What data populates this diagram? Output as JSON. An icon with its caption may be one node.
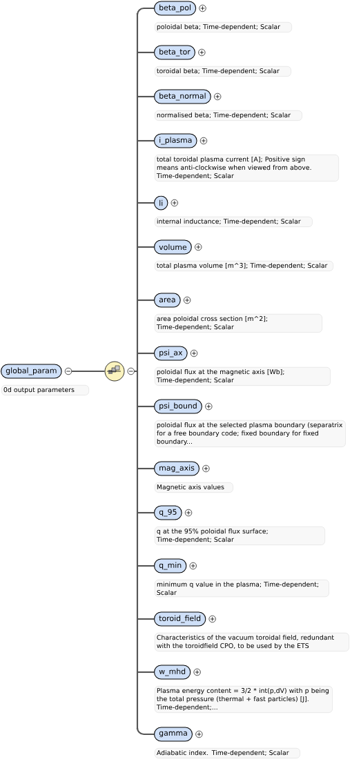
{
  "diagram": {
    "nodes": [
      {
        "text": [
          "global_param"
        ],
        "beside": [
          "0d output parameters"
        ]
      },
      {
        "text": [],
        "shape": "circle"
      },
      {
        "text": [
          "beta_pol"
        ],
        "beside": [
          "poloidal beta; Time-dependent; Scalar"
        ]
      },
      {
        "text": [
          "beta_tor"
        ],
        "beside": [
          "toroidal beta; Time-dependent; Scalar"
        ]
      },
      {
        "text": [
          "beta_normal"
        ],
        "beside": [
          "normalised beta; Time-dependent; Scalar"
        ]
      },
      {
        "text": [
          "i_plasma"
        ],
        "beside": [
          "total toroidal plasma current [A]; Positive sign means anti-clockwise when viewed from above. Time-dependent; Scalar"
        ]
      },
      {
        "text": [
          "li"
        ],
        "beside": [
          "internal inductance; Time-dependent; Scalar"
        ]
      },
      {
        "text": [
          "volume"
        ],
        "beside": [
          "total plasma volume [m^3]; Time-dependent; Scalar"
        ]
      },
      {
        "text": [
          "area"
        ],
        "beside": [
          "area poloidal cross section [m^2]; Time-dependent; Scalar"
        ]
      },
      {
        "text": [
          "psi_ax"
        ],
        "beside": [
          "poloidal flux at the magnetic axis [Wb]; Time-dependent; Scalar"
        ]
      },
      {
        "text": [
          "psi_bound"
        ],
        "beside": [
          "poloidal flux at the selected plasma boundary (separatrix for a free boundary code; fixed boundary for fixed boundary..."
        ]
      },
      {
        "text": [
          "mag_axis"
        ],
        "beside": [
          "Magnetic axis values"
        ]
      },
      {
        "text": [
          "q_95"
        ],
        "beside": [
          "q at the 95% poloidal flux surface; Time-dependent; Scalar"
        ]
      },
      {
        "text": [
          "q_min"
        ],
        "beside": [
          "minimum q value in the plasma; Time-dependent; Scalar"
        ]
      },
      {
        "text": [
          "toroid_field"
        ],
        "beside": [
          "Characteristics of the vacuum toroidal field, redundant with the toroidfield CPO, to be used by the ETS"
        ]
      },
      {
        "text": [
          "w_mhd"
        ],
        "beside": [
          "Plasma energy content = 3/2 * int(p,dV) with p being the total pressure (thermal + fast particles) [J]. Time-dependent;..."
        ]
      },
      {
        "text": [
          "gamma"
        ],
        "beside": [
          "Adiabatic index. Time-dependent; Scalar"
        ]
      }
    ],
    "edges": [
      {
        "from": 0,
        "to": 1,
        "arrow": "none"
      },
      {
        "from": 1,
        "to": 2,
        "arrow": "none"
      },
      {
        "from": 1,
        "to": 3,
        "arrow": "none"
      },
      {
        "from": 1,
        "to": 4,
        "arrow": "none"
      },
      {
        "from": 1,
        "to": 5,
        "arrow": "none"
      },
      {
        "from": 1,
        "to": 6,
        "arrow": "none"
      },
      {
        "from": 1,
        "to": 7,
        "arrow": "none"
      },
      {
        "from": 1,
        "to": 8,
        "arrow": "none"
      },
      {
        "from": 1,
        "to": 9,
        "arrow": "none"
      },
      {
        "from": 1,
        "to": 10,
        "arrow": "none"
      },
      {
        "from": 1,
        "to": 11,
        "arrow": "none"
      },
      {
        "from": 1,
        "to": 12,
        "arrow": "none"
      },
      {
        "from": 1,
        "to": 13,
        "arrow": "none"
      },
      {
        "from": 1,
        "to": 14,
        "arrow": "none"
      },
      {
        "from": 1,
        "to": 15,
        "arrow": "none"
      },
      {
        "from": 1,
        "to": 16,
        "arrow": "none"
      }
    ]
  }
}
